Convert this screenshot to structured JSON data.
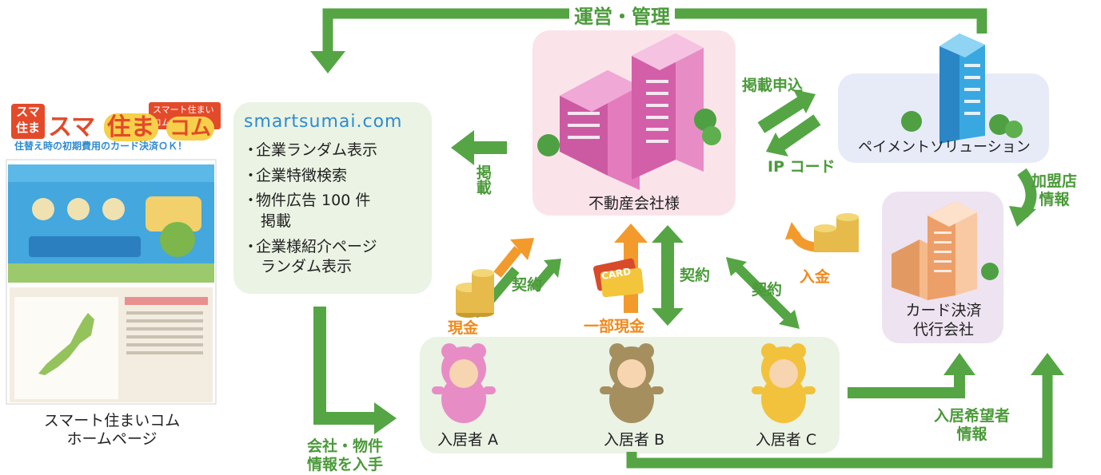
{
  "top_arrow_label": "運営・管理",
  "site": {
    "title": "smartsumai.com",
    "items": [
      {
        "bullet": "・",
        "text": "企業ランダム表示",
        "sub": ""
      },
      {
        "bullet": "・",
        "text": "企業特徴検索",
        "sub": ""
      },
      {
        "bullet": "・",
        "text": "物件広告 100 件",
        "sub": "掲載"
      },
      {
        "bullet": "・",
        "text": "企業様紹介ページ",
        "sub": "ランダム表示"
      }
    ]
  },
  "logo": {
    "badge_top": "スマ",
    "badge_bottom": "住ま",
    "main_1": "スマ",
    "main_2": "住ま",
    "main_3": "コム",
    "tag": "スマート住まいコム",
    "sub": "住替え時の初期費用のカード決済ＯＫ！"
  },
  "homepage_caption": {
    "line1": "スマート住まいコム",
    "line2": "ホームページ"
  },
  "realestate_label": "不動産会社様",
  "payment_label": "ペイメントソリューション",
  "card_company": {
    "line1": "カード決済",
    "line2": "代行会社"
  },
  "residents": [
    "入居者 A",
    "入居者 B",
    "入居者 C"
  ],
  "arrow_labels": {
    "keisai": "掲載",
    "keisai_moushikomi": "掲載申込",
    "ip_code": "IP コード",
    "kameiten_line1": "加盟店",
    "kameiten_line2": "情報",
    "keiyaku_left": "契約",
    "keiyaku_mid": "契約",
    "keiyaku_right": "契約",
    "genkin": "現金",
    "ichibu_genkin": "一部現金",
    "nyukin": "入金",
    "kaisha_line1": "会社・物件",
    "kaisha_line2": "情報を入手",
    "kibou_line1": "入居希望者",
    "kibou_line2": "情報",
    "card_text": "CARD"
  },
  "colors": {
    "arrow_green": "#55a545",
    "arrow_orange": "#f39a2c",
    "label_green": "#4b9a3a",
    "pink_panel": "#fbe3ea",
    "green_panel": "#eaf3e4",
    "blue_panel": "#e7ebf7",
    "purple_panel": "#eee3f1",
    "building_pink": "#e47bbd",
    "building_blue": "#3aa8e0",
    "building_peach": "#f5b98a"
  }
}
